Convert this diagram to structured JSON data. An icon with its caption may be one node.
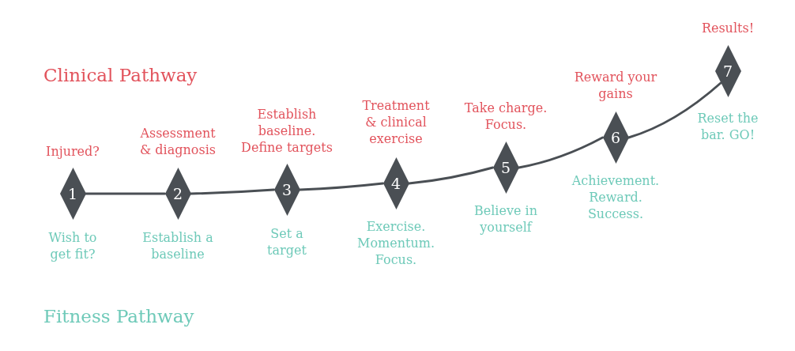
{
  "diagram": {
    "nodes": [
      {
        "text": [
          "1"
        ],
        "beside": [
          "Injured?",
          "Wish to get fit?"
        ]
      },
      {
        "text": [
          "2"
        ],
        "beside": [
          "Assessment & diagnosis",
          "Establish a baseline"
        ]
      },
      {
        "text": [
          "3"
        ],
        "beside": [
          "Establish baseline. Define targets",
          "Set a target"
        ]
      },
      {
        "text": [
          "4"
        ],
        "beside": [
          "Treatment & clinical exercise",
          "Exercise. Momentum. Focus."
        ]
      },
      {
        "text": [
          "5"
        ],
        "beside": [
          "Take charge. Focus.",
          "Believe in yourself"
        ]
      },
      {
        "text": [
          "6"
        ],
        "beside": [
          "Reward your gains",
          "Achievement. Reward. Success."
        ]
      },
      {
        "text": [
          "7"
        ],
        "beside": [
          "Results!",
          "Reset the bar. GO!"
        ]
      }
    ],
    "edges": [
      {
        "from": 0,
        "to": 1,
        "arrow": "none"
      },
      {
        "from": 1,
        "to": 2,
        "arrow": "none"
      },
      {
        "from": 2,
        "to": 3,
        "arrow": "none"
      },
      {
        "from": 3,
        "to": 4,
        "arrow": "none"
      },
      {
        "from": 4,
        "to": 5,
        "arrow": "none"
      },
      {
        "from": 5,
        "to": 6,
        "arrow": "none"
      }
    ],
    "labels": [
      "Clinical Pathway",
      "Fitness Pathway"
    ]
  }
}
